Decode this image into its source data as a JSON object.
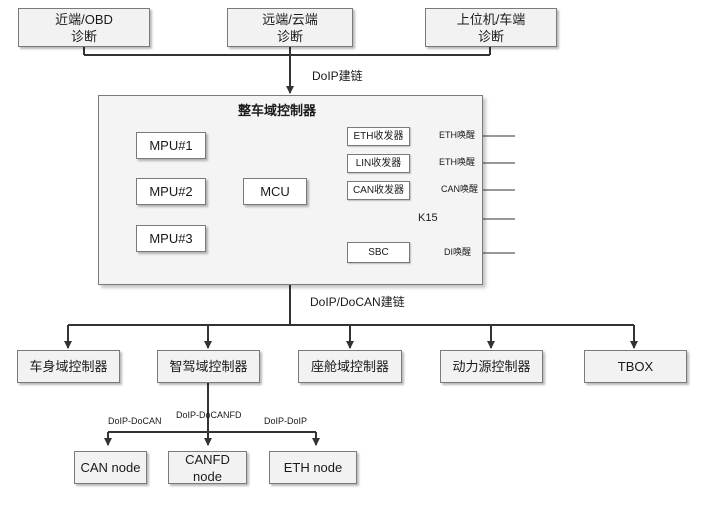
{
  "top_sources": [
    {
      "line1": "近端/OBD",
      "line2": "诊断"
    },
    {
      "line1": "远端/云端",
      "line2": "诊断"
    },
    {
      "line1": "上位机/车端",
      "line2": "诊断"
    }
  ],
  "top_link_label": "DoIP建链",
  "main_controller": {
    "title": "整车域控制器",
    "mpus": [
      "MPU#1",
      "MPU#2",
      "MPU#3"
    ],
    "mcu": "MCU",
    "transceivers": [
      "ETH收发器",
      "LIN收发器",
      "CAN收发器"
    ],
    "sbc": "SBC",
    "wake_labels": [
      "ETH唤醒",
      "ETH唤醒",
      "CAN唤醒"
    ],
    "k15": "K15",
    "di_wake": "DI唤醒"
  },
  "bottom_link_label": "DoIP/DoCAN建链",
  "domain_controllers": [
    "车身域控制器",
    "智驾域控制器",
    "座舱域控制器",
    "动力源控制器",
    "TBOX"
  ],
  "sub_link_labels": [
    "DoIP-DoCAN",
    "DoIP-DoCANFD",
    "DoIP-DoIP"
  ],
  "nodes": [
    "CAN node",
    "CANFD node",
    "ETH node"
  ]
}
